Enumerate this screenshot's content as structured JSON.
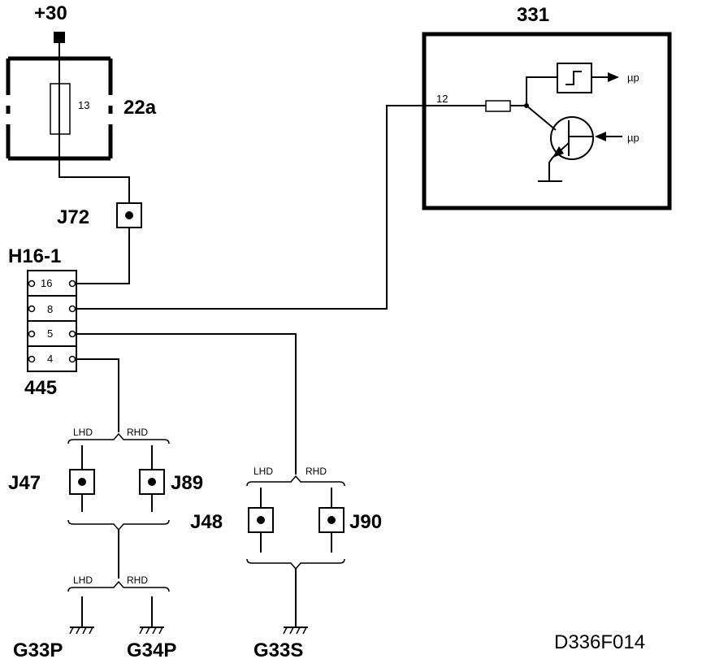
{
  "supply": {
    "label": "+30"
  },
  "fuse": {
    "component": "22a",
    "number": "13"
  },
  "module": {
    "component": "331",
    "pin": "12",
    "output_label": "µp",
    "input_label": "µp"
  },
  "connectors": {
    "j72": "J72",
    "h16": "H16-1",
    "h16_pins": [
      "16",
      "8",
      "5",
      "4"
    ],
    "h16_ref": "445",
    "j47": "J47",
    "j89": "J89",
    "j48": "J48",
    "j90": "J90"
  },
  "variants": {
    "lhd": "LHD",
    "rhd": "RHD"
  },
  "grounds": {
    "g33p": "G33P",
    "g34p": "G34P",
    "g33s": "G33S"
  },
  "figure_id": "D336F014"
}
